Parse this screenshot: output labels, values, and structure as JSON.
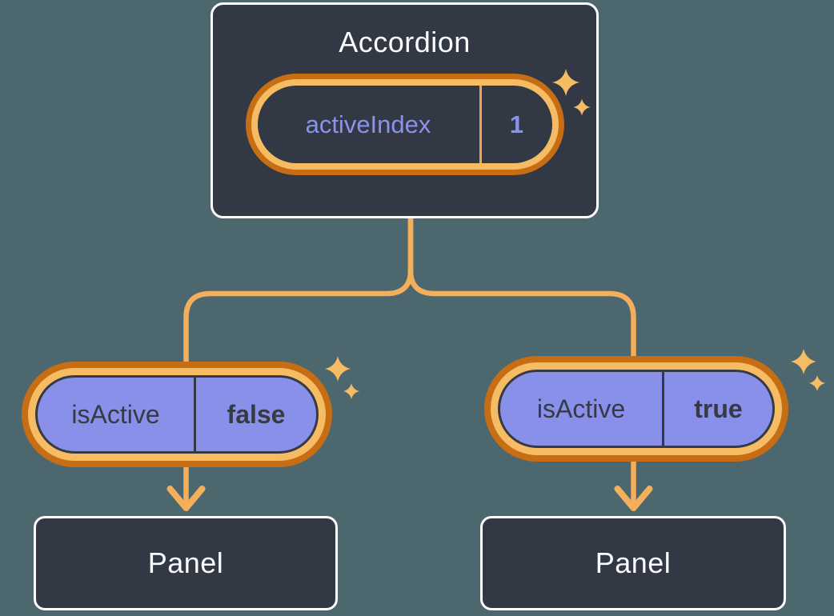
{
  "diagram": {
    "description": "React component tree: Accordion parent holding state, passing isActive prop to two Panel children"
  },
  "accordion": {
    "title": "Accordion",
    "pill": {
      "label": "activeIndex",
      "value": "1"
    }
  },
  "left": {
    "pill": {
      "label": "isActive",
      "value": "false"
    },
    "panel": {
      "title": "Panel"
    }
  },
  "right": {
    "pill": {
      "label": "isActive",
      "value": "true"
    },
    "panel": {
      "title": "Panel"
    }
  },
  "icons": {
    "sparkle": "four-point-star sparkle",
    "arrow": "downward arrow"
  },
  "colors": {
    "page_background": "#4D676E",
    "node_fill": "#333845",
    "node_border": "#FFFFFF",
    "pill_ring_outer": "#C76D13",
    "pill_ring_inner": "#F6BC64",
    "prop_pill_fill": "#8990E9",
    "state_text_purple": "#8A92EC",
    "prop_text_dark": "#353A44",
    "connector_orange": "#F3AF5B",
    "divider_orange": "#EDA64F",
    "text_white": "#FAFBFD"
  }
}
